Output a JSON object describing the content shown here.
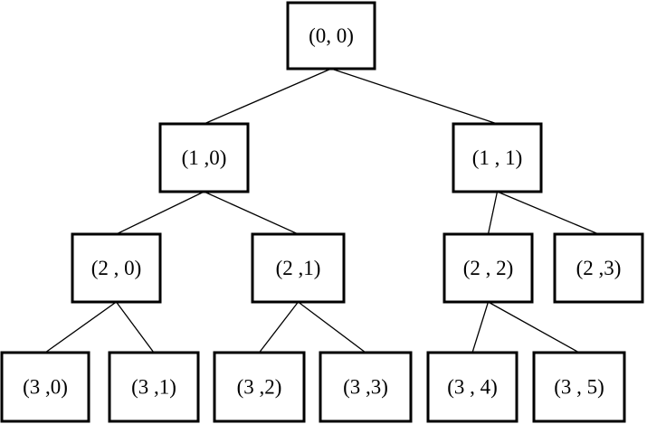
{
  "nodes": [
    {
      "id": "n00",
      "label": "(0, 0)"
    },
    {
      "id": "n10",
      "label": "(1 ,0)"
    },
    {
      "id": "n11",
      "label": "(1 , 1)"
    },
    {
      "id": "n20",
      "label": "(2 , 0)"
    },
    {
      "id": "n21",
      "label": "(2 ,1)"
    },
    {
      "id": "n22",
      "label": "(2 , 2)"
    },
    {
      "id": "n23",
      "label": "(2 ,3)"
    },
    {
      "id": "n30",
      "label": "(3 ,0)"
    },
    {
      "id": "n31",
      "label": "(3 ,1)"
    },
    {
      "id": "n32",
      "label": "(3 ,2)"
    },
    {
      "id": "n33",
      "label": "(3 ,3)"
    },
    {
      "id": "n34",
      "label": "(3 , 4)"
    },
    {
      "id": "n35",
      "label": "(3 , 5)"
    }
  ],
  "edges": [
    {
      "from": "n00",
      "to": "n10"
    },
    {
      "from": "n00",
      "to": "n11"
    },
    {
      "from": "n10",
      "to": "n20"
    },
    {
      "from": "n10",
      "to": "n21"
    },
    {
      "from": "n11",
      "to": "n22"
    },
    {
      "from": "n11",
      "to": "n23"
    },
    {
      "from": "n20",
      "to": "n30"
    },
    {
      "from": "n20",
      "to": "n31"
    },
    {
      "from": "n21",
      "to": "n32"
    },
    {
      "from": "n21",
      "to": "n33"
    },
    {
      "from": "n22",
      "to": "n34"
    },
    {
      "from": "n22",
      "to": "n35"
    }
  ]
}
